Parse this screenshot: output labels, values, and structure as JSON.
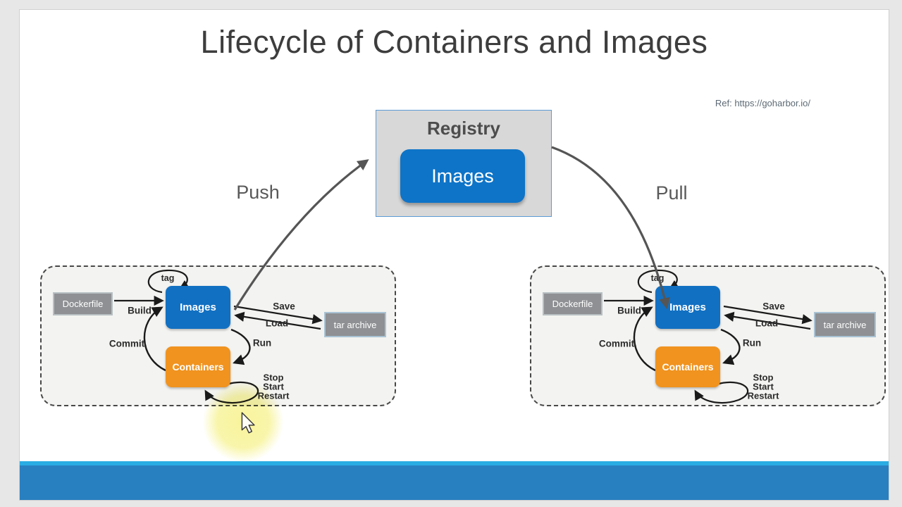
{
  "slide": {
    "title": "Lifecycle of Containers and Images",
    "reference": "Ref: https://goharbor.io/"
  },
  "registry": {
    "title": "Registry",
    "images_label": "Images"
  },
  "flow": {
    "push_label": "Push",
    "pull_label": "Pull"
  },
  "lifecycle": {
    "dockerfile": "Dockerfile",
    "images": "Images",
    "containers": "Containers",
    "tar_archive": "tar archive",
    "tag": "tag",
    "build": "Build",
    "save": "Save",
    "load": "Load",
    "run": "Run",
    "commit": "Commit",
    "stop": "Stop",
    "start": "Start",
    "restart": "Restart"
  },
  "colors": {
    "node_blue": "#1170c2",
    "node_orange": "#f0931f",
    "node_gray": "#8e9093",
    "registry_fill": "#d8d8d8",
    "registry_border": "#5b9bd5",
    "bar_cyan": "#29ade3",
    "bar_blue": "#2980c0",
    "highlight_yellow": "#f7f396"
  }
}
